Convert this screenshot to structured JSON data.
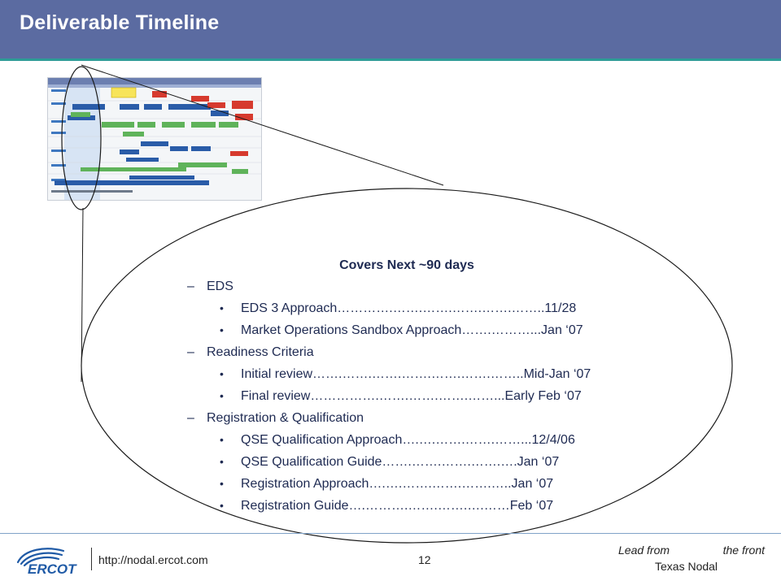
{
  "header": {
    "title": "Deliverable Timeline"
  },
  "content": {
    "heading": "Covers Next ~90 days",
    "groups": [
      {
        "label": "EDS",
        "items": [
          {
            "text": "EDS 3 Approach………….…….…….…….…….……..11/28"
          },
          {
            "text": "Market Operations Sandbox Approach…….………...Jan ‘07"
          }
        ]
      },
      {
        "label": "Readiness Criteria",
        "items": [
          {
            "text": "Initial review…….…….…….…….…….…….……..Mid-Jan ‘07"
          },
          {
            "text": "Final review…………….…….…….…….……...Early Feb ‘07"
          }
        ]
      },
      {
        "label": "Registration & Qualification",
        "items": [
          {
            "text": "QSE Qualification Approach….….…….…….……...12/4/06"
          },
          {
            "text": "QSE Qualification Guide…….…….…….…….….Jan ‘07"
          },
          {
            "text": "Registration Approach….….…….…….…….…..Jan ‘07"
          },
          {
            "text": "Registration Guide….……….…….…….….……Feb ‘07"
          }
        ]
      }
    ]
  },
  "footer": {
    "logo_text": "ERCOT",
    "url": "http://nodal.ercot.com",
    "page_number": "12",
    "tagline_left": "Lead from",
    "tagline_right": "the front",
    "tagline_sub": "Texas Nodal"
  },
  "colors": {
    "header": "#5b6ba1",
    "accent_rule": "#2e9c96",
    "body_text": "#1e2a52",
    "logo_blue": "#1f5aa6"
  }
}
